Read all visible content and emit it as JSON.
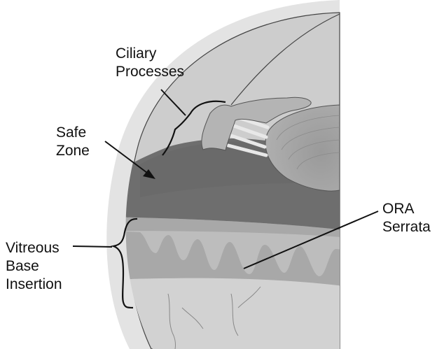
{
  "diagram": {
    "labels": {
      "ciliary_processes": [
        "Ciliary",
        "Processes"
      ],
      "safe_zone": [
        "Safe",
        "Zone"
      ],
      "ora_serrata": [
        "ORA",
        "Serrata"
      ],
      "vitreous_base_insertion": [
        "Vitreous",
        "Base",
        "Insertion"
      ]
    },
    "colors": {
      "background": "#ffffff",
      "sclera": "#e3e3e3",
      "choroid": "#cdcdcd",
      "pars_plana": "#6e6e6e",
      "lens": "#a2a2a2",
      "ciliary_body": "#b4b4b4",
      "ora_band": "#a8a8a8",
      "retina": "#c4c4c4",
      "outline": "#111111"
    }
  }
}
